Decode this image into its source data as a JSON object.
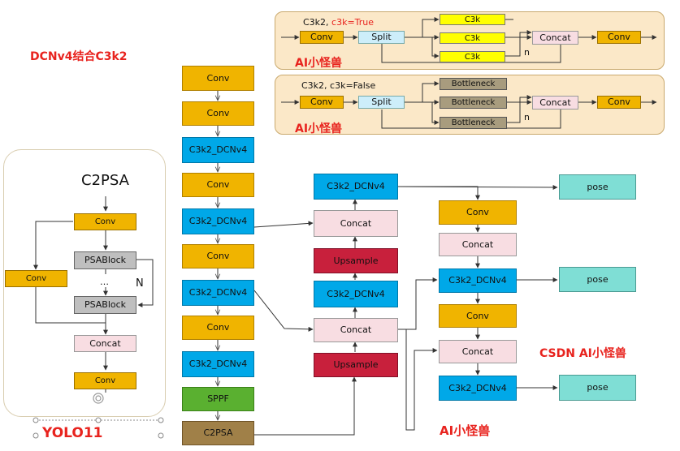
{
  "title": "DCNv4结合C3k2",
  "watermark_main": "CSDN AI小怪兽",
  "watermark_small": "AI小怪兽",
  "footer_model": "YOLO11",
  "c2psa_panel": {
    "title": "C2PSA",
    "conv_top": "Conv",
    "conv_side": "Conv",
    "psablock_1": "PSABlock",
    "ellipsis": "…",
    "psablock_2": "PSABlock",
    "n_label": "N",
    "concat": "Concat",
    "conv_bottom": "Conv"
  },
  "c3k_true_panel": {
    "header_prefix": "C3k2,",
    "header_flag": "c3k=True",
    "conv_in": "Conv",
    "split": "Split",
    "c3k_1": "C3k",
    "c3k_2": "C3k",
    "c3k_3": "C3k",
    "concat": "Concat",
    "conv_out": "Conv",
    "n_label": "n",
    "watermark": "AI小怪兽"
  },
  "c3k_false_panel": {
    "header": "C3k2, c3k=False",
    "conv_in": "Conv",
    "split": "Split",
    "bottleneck_1": "Bottleneck",
    "bottleneck_2": "Bottleneck",
    "bottleneck_3": "Bottleneck",
    "concat": "Concat",
    "conv_out": "Conv",
    "n_label": "n",
    "watermark": "AI小怪兽"
  },
  "backbone": {
    "b1": "Conv",
    "b2": "Conv",
    "b3": "C3k2_DCNv4",
    "b4": "Conv",
    "b5": "C3k2_DCNv4",
    "b6": "Conv",
    "b7": "C3k2_DCNv4",
    "b8": "Conv",
    "b9": "C3k2_DCNv4",
    "b10": "SPPF",
    "b11": "C2PSA"
  },
  "neck": {
    "top_c3k2": "C3k2_DCNv4",
    "concat_1": "Concat",
    "upsample_1": "Upsample",
    "c3k2_mid": "C3k2_DCNv4",
    "concat_2": "Concat",
    "upsample_2": "Upsample"
  },
  "head": {
    "conv_1": "Conv",
    "concat_1": "Concat",
    "c3k2_1": "C3k2_DCNv4",
    "conv_2": "Conv",
    "concat_2": "Concat",
    "c3k2_2": "C3k2_DCNv4",
    "pose_1": "pose",
    "pose_2": "pose",
    "pose_3": "pose"
  },
  "colors": {
    "conv": "#f0b400",
    "c3k2": "#00a8e8",
    "sppf": "#5ab030",
    "c2psa": "#a08048",
    "concat": "#f8dde2",
    "upsample": "#c8203c",
    "pose": "#7fded5",
    "split": "#cdeefa",
    "c3k": "#ffff00",
    "bottleneck": "#a89c7e",
    "psablock": "#bfbfbf",
    "panel_bg": "#fbe8c8",
    "accent_red": "#e8231e"
  }
}
